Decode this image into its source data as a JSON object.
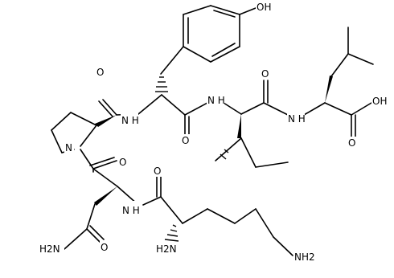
{
  "labels": {
    "oh_phenol": "OH",
    "o_pro": "O",
    "nh_pro_tyr": "N H",
    "n_pro": "N",
    "o_pro_asn": "O",
    "o_tyr": "O",
    "nh_tyr_ile": "N H",
    "o_ile": "O",
    "nh_ile_leu": "N H",
    "oh_acid": "OH",
    "o_acid": "O",
    "h2n_amide": "H2N",
    "o_amide": "O",
    "nh_asn_lys": "N H",
    "o_lys": "O",
    "h2n_alpha": "H2N",
    "nh2_eps": "NH2"
  }
}
